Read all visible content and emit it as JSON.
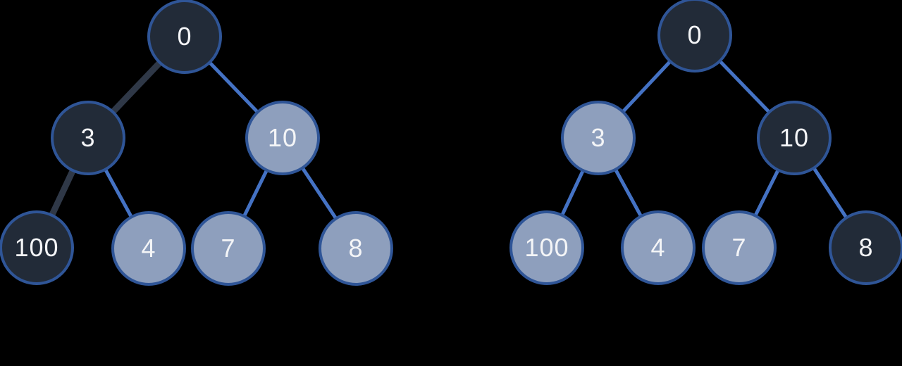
{
  "colors": {
    "background": "#000000",
    "node_dark_fill": "#222b38",
    "node_light_fill": "#8e9fbd",
    "node_border": "#2f5597",
    "edge_blue": "#4472c4",
    "edge_dark": "#2f3847",
    "label_text": "#f4f5f7"
  },
  "trees": [
    {
      "name": "left-tree",
      "nodes": [
        {
          "label": "0",
          "variant": "dark"
        },
        {
          "label": "3",
          "variant": "dark"
        },
        {
          "label": "10",
          "variant": "light"
        },
        {
          "label": "100",
          "variant": "dark"
        },
        {
          "label": "4",
          "variant": "light"
        },
        {
          "label": "7",
          "variant": "light"
        },
        {
          "label": "8",
          "variant": "light"
        }
      ],
      "edges": [
        {
          "from": "0",
          "to": "3",
          "variant": "dark"
        },
        {
          "from": "0",
          "to": "10",
          "variant": "blue"
        },
        {
          "from": "3",
          "to": "100",
          "variant": "dark"
        },
        {
          "from": "3",
          "to": "4",
          "variant": "blue"
        },
        {
          "from": "10",
          "to": "7",
          "variant": "blue"
        },
        {
          "from": "10",
          "to": "8",
          "variant": "blue"
        }
      ]
    },
    {
      "name": "right-tree",
      "nodes": [
        {
          "label": "0",
          "variant": "dark"
        },
        {
          "label": "3",
          "variant": "light"
        },
        {
          "label": "10",
          "variant": "dark"
        },
        {
          "label": "100",
          "variant": "light"
        },
        {
          "label": "4",
          "variant": "light"
        },
        {
          "label": "7",
          "variant": "light"
        },
        {
          "label": "8",
          "variant": "dark"
        }
      ],
      "edges": [
        {
          "from": "0",
          "to": "3",
          "variant": "blue"
        },
        {
          "from": "0",
          "to": "10",
          "variant": "blue"
        },
        {
          "from": "3",
          "to": "100",
          "variant": "blue"
        },
        {
          "from": "3",
          "to": "4",
          "variant": "blue"
        },
        {
          "from": "10",
          "to": "7",
          "variant": "blue"
        },
        {
          "from": "10",
          "to": "8",
          "variant": "blue"
        }
      ]
    }
  ]
}
